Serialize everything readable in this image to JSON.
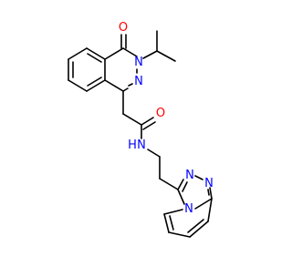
{
  "molecule": {
    "atoms": {
      "oxygen_ketone": "O",
      "nitrogen_n3": "N",
      "nitrogen_n2": "N",
      "oxygen_amide": "O",
      "nitrogen_amide": "N",
      "hydrogen_amide": "H",
      "nitrogen_triazole_a": "N",
      "nitrogen_triazole_b": "N",
      "nitrogen_bridge": "N"
    },
    "colors": {
      "bond": "#000000",
      "oxygen": "#ff0000",
      "nitrogen": "#0000ff"
    }
  }
}
